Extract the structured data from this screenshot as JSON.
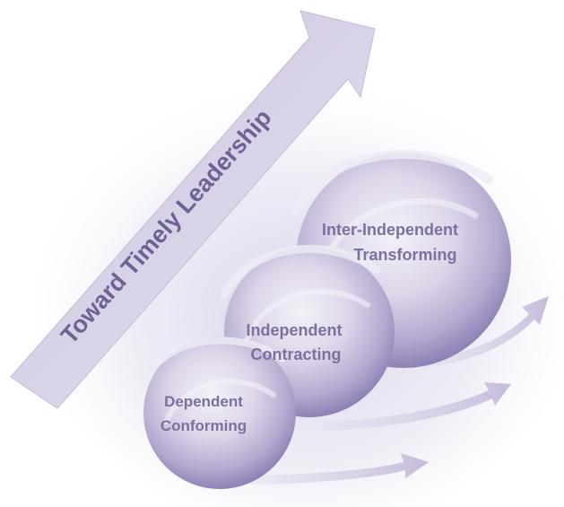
{
  "diagram": {
    "banner_label": "Toward Timely Leadership",
    "stages": [
      {
        "line1": "Dependent",
        "line2": "Conforming"
      },
      {
        "line1": "Independent",
        "line2": "Contracting"
      },
      {
        "line1": "Inter-Independent",
        "line2": "Transforming"
      }
    ],
    "colors": {
      "sphere_light": "#f1eef7",
      "sphere_mid": "#d6cfe6",
      "sphere_dark": "#9b8fbf",
      "label": "#7d6f9e",
      "banner": "#d9d2e9",
      "banner_text": "#6e6293"
    }
  }
}
